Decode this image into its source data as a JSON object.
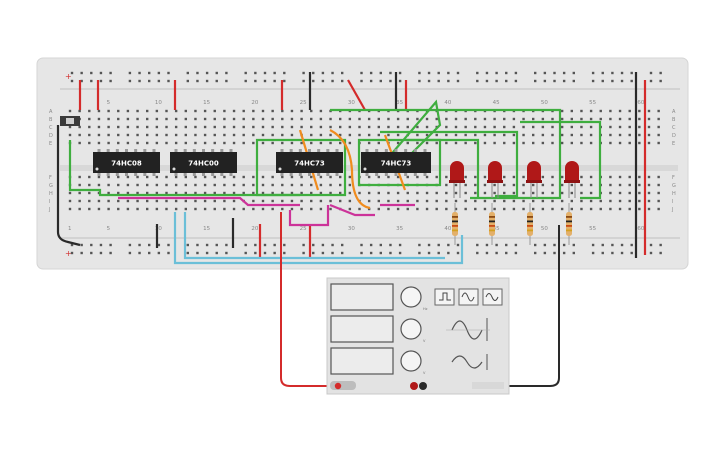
{
  "canvas": {
    "background": "#ffffff",
    "board_color": "#e6e6e6",
    "hole_color": "#4a4a4a",
    "rail_red": "#d32f2f",
    "rail_black": "#222222"
  },
  "breadboard": {
    "row_letters": [
      "A",
      "B",
      "C",
      "D",
      "E",
      "F",
      "G",
      "H",
      "I",
      "J"
    ],
    "column_numbers_top": [
      "5",
      "10",
      "15",
      "20",
      "25",
      "30",
      "35",
      "40",
      "45",
      "50",
      "55",
      "60"
    ],
    "column_numbers_bottom": [
      "1",
      "5",
      "10",
      "15",
      "20",
      "25",
      "30",
      "35",
      "40",
      "45",
      "50",
      "55",
      "60"
    ]
  },
  "chips": [
    {
      "label": "74HC08"
    },
    {
      "label": "74HC00"
    },
    {
      "label": "74HC73"
    },
    {
      "label": "74HC73"
    }
  ],
  "leds": [
    {
      "name": "led-1",
      "color": "#b01818"
    },
    {
      "name": "led-2",
      "color": "#b01818"
    },
    {
      "name": "led-3",
      "color": "#b01818"
    },
    {
      "name": "led-4",
      "color": "#b01818"
    }
  ],
  "resistors": [
    {
      "name": "resistor-1"
    },
    {
      "name": "resistor-2"
    },
    {
      "name": "resistor-3"
    },
    {
      "name": "resistor-4"
    }
  ],
  "switch": {
    "name": "slide-switch"
  },
  "function_generator": {
    "panel_color": "#e3e3e3",
    "waveform_buttons": [
      "square-wave-icon",
      "sine-wave-icon",
      "triangle-wave-icon"
    ],
    "knob_labels": [
      "Hz",
      "V",
      "V"
    ]
  },
  "wire_colors": {
    "green": "#3fae3f",
    "magenta": "#cc3399",
    "orange": "#f08c1e",
    "cyan": "#6bbfd8",
    "red": "#d42b2b",
    "black": "#2a2a2a"
  }
}
